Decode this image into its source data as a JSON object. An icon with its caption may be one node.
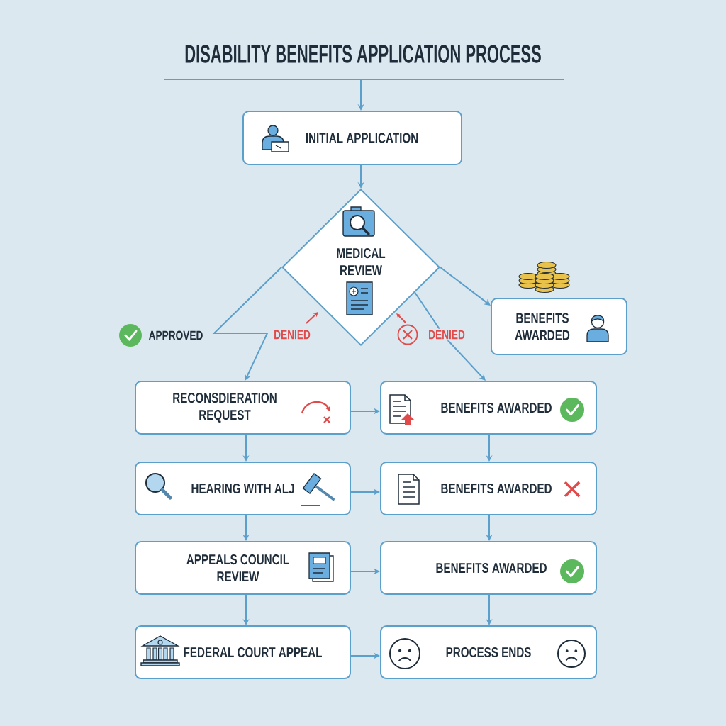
{
  "diagram": {
    "title": "DISABILITY BENEFITS APPLICATION PROCESS",
    "nodes": [
      {
        "text": [
          "INITIAL APPLICATION"
        ]
      },
      {
        "text": [
          "MEDICAL REVIEW"
        ]
      },
      {
        "text": [
          "BENEFITS AWARDED"
        ]
      },
      {
        "text": [
          "RECONSDIERATION REQUEST"
        ]
      },
      {
        "text": [
          "BENEFITS AWARDED"
        ]
      },
      {
        "text": [
          "HEARING WITH ALJ"
        ]
      },
      {
        "text": [
          "BENEFITS AWARDED"
        ]
      },
      {
        "text": [
          "APPEALS COUNCIL REVIEW"
        ]
      },
      {
        "text": [
          "BENEFITS AWARDED"
        ]
      },
      {
        "text": [
          "FEDERAL COURT APPEAL"
        ]
      },
      {
        "text": [
          "PROCESS ENDS"
        ]
      }
    ],
    "edges": [
      {
        "from": null,
        "to": 0,
        "arrow": "to"
      },
      {
        "from": 0,
        "to": 1,
        "arrow": "to"
      },
      {
        "from": 1,
        "to": 2,
        "arrow": "to"
      },
      {
        "from": 1,
        "to": 3,
        "arrow": "to",
        "label": "DENIED"
      },
      {
        "from": 1,
        "to": 4,
        "arrow": "to",
        "label": "DENIED"
      },
      {
        "from": 3,
        "to": 4,
        "arrow": "to"
      },
      {
        "from": 3,
        "to": 5,
        "arrow": "to"
      },
      {
        "from": 4,
        "to": 6,
        "arrow": "to"
      },
      {
        "from": 5,
        "to": 6,
        "arrow": "to"
      },
      {
        "from": 5,
        "to": 7,
        "arrow": "to"
      },
      {
        "from": 6,
        "to": 8,
        "arrow": "to"
      },
      {
        "from": 7,
        "to": 8,
        "arrow": "to"
      },
      {
        "from": 7,
        "to": 9,
        "arrow": "to"
      },
      {
        "from": 8,
        "to": 10,
        "arrow": "to"
      },
      {
        "from": 9,
        "to": 10,
        "arrow": "to"
      }
    ],
    "labels": [
      "APPROVED"
    ]
  }
}
